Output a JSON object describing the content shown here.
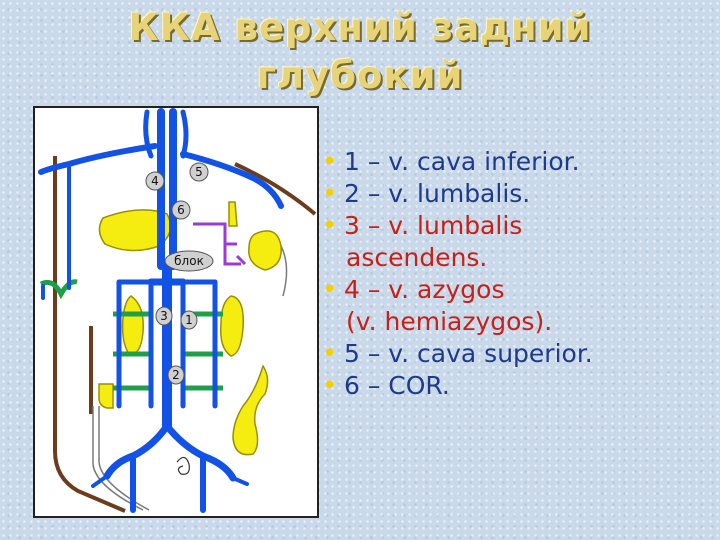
{
  "title": {
    "line1": "ККА  верхний  задний",
    "line2": "глубокий"
  },
  "diagram": {
    "labels": {
      "n4": "4",
      "n5": "5",
      "n6": "6",
      "blok": "блок",
      "n3": "3",
      "n1": "1",
      "n2": "2"
    },
    "colors": {
      "vein": "#1252e6",
      "organ": "#f5ec10",
      "azygos": "#6b3d1e",
      "lumbalis": "#1ea04a",
      "hemiazygos": "#9b3bd4",
      "frame": "#ffffff"
    }
  },
  "legend": {
    "items": [
      {
        "bullet": "•",
        "text": "1 – v.  cava  inferior.",
        "cont": "",
        "color": "blue"
      },
      {
        "bullet": "•",
        "text": "2 – v.  lumbalis.",
        "cont": "",
        "color": "blue"
      },
      {
        "bullet": "•",
        "text": "3 – v.  lumbalis",
        "cont": "ascendens.",
        "color": "red"
      },
      {
        "bullet": "•",
        "text": "4 – v.  azygos",
        "cont": "(v.  hemiazygos).",
        "color": "red"
      },
      {
        "bullet": "•",
        "text": "5 – v.  cava  superior.",
        "cont": "",
        "color": "blue"
      },
      {
        "bullet": "•",
        "text": "6 – COR.",
        "cont": "",
        "color": "blue"
      }
    ]
  }
}
